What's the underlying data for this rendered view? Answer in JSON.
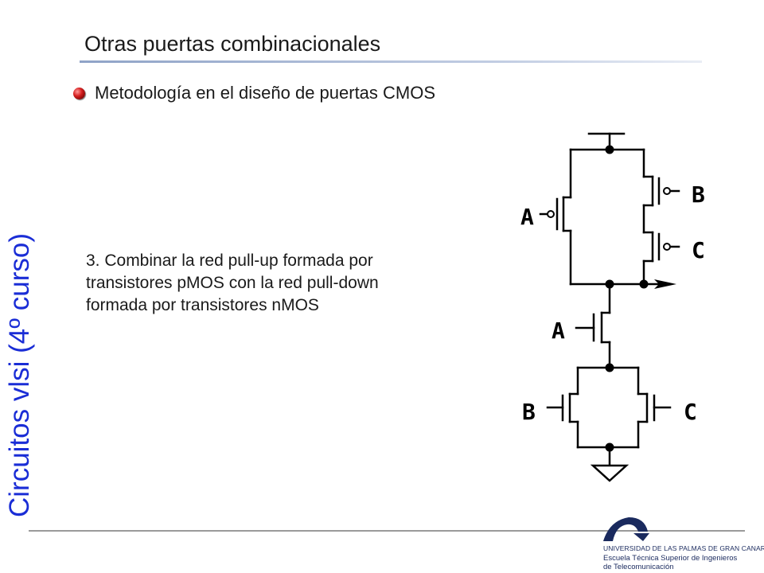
{
  "side_title": "Circuitos vlsi (4º curso)",
  "slide_title": "Otras puertas combinacionales",
  "bullet": "Metodología en el diseño de puertas CMOS",
  "body": "3. Combinar la red pull-up formada por transistores pMOS con la red pull-down formada por transistores nMOS",
  "circuit": {
    "labels": {
      "pmos_a": "A",
      "pmos_b": "B",
      "pmos_c": "C",
      "nmos_a": "A",
      "nmos_b": "B",
      "nmos_c": "C"
    }
  },
  "university": {
    "line1": "UNIVERSIDAD DE LAS PALMAS DE GRAN CANARIA",
    "line2": "Escuela Técnica Superior de Ingenieros",
    "line3": "de Telecomunicación"
  },
  "colors": {
    "side_title": "#1a2dd6",
    "bullet": "#c81818",
    "logo": "#1a2a5e"
  }
}
